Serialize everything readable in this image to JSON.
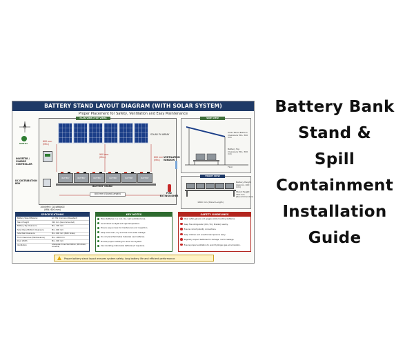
{
  "diagram": {
    "banner_title": "BATTERY STAND LAYOUT DIAGRAM (WITH SOLAR SYSTEM)",
    "subtitle": "Proper Placement for Safety, Ventilation and Easy Maintenance",
    "plan_view_label": "PLAN VIEW (TOP VIEW)",
    "side_view_label": "SIDE VIEW",
    "front_view_label": "FRONT VIEW",
    "compass_label": "NORTH",
    "left_labels": {
      "inverter": "INVERTER / CHARGE CONTROLLER",
      "dc_box": "DC DISTRIBUTION BOX",
      "bottom_clearance": "1000MM / CLEARANCE (MIN. 600 mm)"
    },
    "plan_labels": {
      "solar_pv_array": "SOLAR PV ARRAY",
      "ventilation_window": "VENTILATION WINDOW",
      "battery_stand": "BATTERY STAND",
      "stand_length": "800 mm (Stand Length)",
      "fire_extinguisher": "FIRE EXTINGUISHER",
      "dim_left": "600 mm (Min.)",
      "dim_mid": "900 mm (Min.)",
      "dim_right": "600 mm (Min.)"
    },
    "battery_labels": [
      "BATTERY",
      "BATTERY",
      "BATTERY",
      "BATTERY",
      "BATTERY",
      "BATTERY"
    ],
    "side_view_notes": {
      "top": "Solar Panel Bottom Clearance Min. 300 mm",
      "mid": "Battery Top Clearance Min. 300 mm",
      "floor": "Floor"
    },
    "front_view_notes": {
      "height": "Battery Height (Approx. 400 mm)",
      "stand": "Stand Height 300 mm (Recommended)",
      "length": "1800 mm (Stand Length)"
    },
    "specifications": {
      "title": "SPECIFICATIONS",
      "rows": [
        {
          "k": "Battery Stand Material",
          "v": "GI / MS (Corrosion Resistant)"
        },
        {
          "k": "Stand Height",
          "v": "300 mm (Recommended)"
        },
        {
          "k": "Battery Top Clearance",
          "v": "Min. 300 mm"
        },
        {
          "k": "Solar Panel Bottom Clearance",
          "v": "Min. 600 mm"
        },
        {
          "k": "Side Wall Clearance",
          "v": "Min. 600 mm (Both Sides)"
        },
        {
          "k": "Front Clearance (Maintenance)",
          "v": "Min. 1000 mm"
        },
        {
          "k": "Door Width",
          "v": "Min. 900 mm"
        },
        {
          "k": "Ventilation",
          "v": "Adequate Cross Ventilation (Windows / Louvers)"
        }
      ]
    },
    "key_notes": {
      "title": "KEY NOTES",
      "items": [
        "Place batteries in a cool, dry, well-ventilated area.",
        "Avoid direct sunlight and high temperature.",
        "Ensure easy access for maintenance and inspection.",
        "Keep area clean, dry and free from water leakage.",
        "Do not place flammable materials near batteries.",
        "Provide proper earthing for stand and system.",
        "Use insulating mats below batteries (if required)."
      ]
    },
    "safety_guidelines": {
      "title": "SAFETY GUIDELINES",
      "items": [
        "Wear safety gloves and goggles while handling batteries.",
        "Keep fire extinguisher (CO₂ / Dry Powder) nearby.",
        "Ensure correct polarity connections.",
        "Keep children and unauthorized persons away.",
        "Regularly inspect batteries for damage, rust or leakage.",
        "Ensure proper ventilation to avoid hydrogen gas accumulation."
      ]
    },
    "footer_note": "Proper battery stand layout ensures system safety, long battery life and efficient performance."
  },
  "title": {
    "lines": [
      "Battery Bank",
      "Stand &",
      "Spill",
      "Containment",
      "Installation",
      "Guide"
    ]
  },
  "colors": {
    "banner": "#1f3a67",
    "panel": "#1b3e88",
    "key_notes": "#2e6b2f",
    "safety": "#b3261e",
    "battery": "#9aa0a6"
  }
}
